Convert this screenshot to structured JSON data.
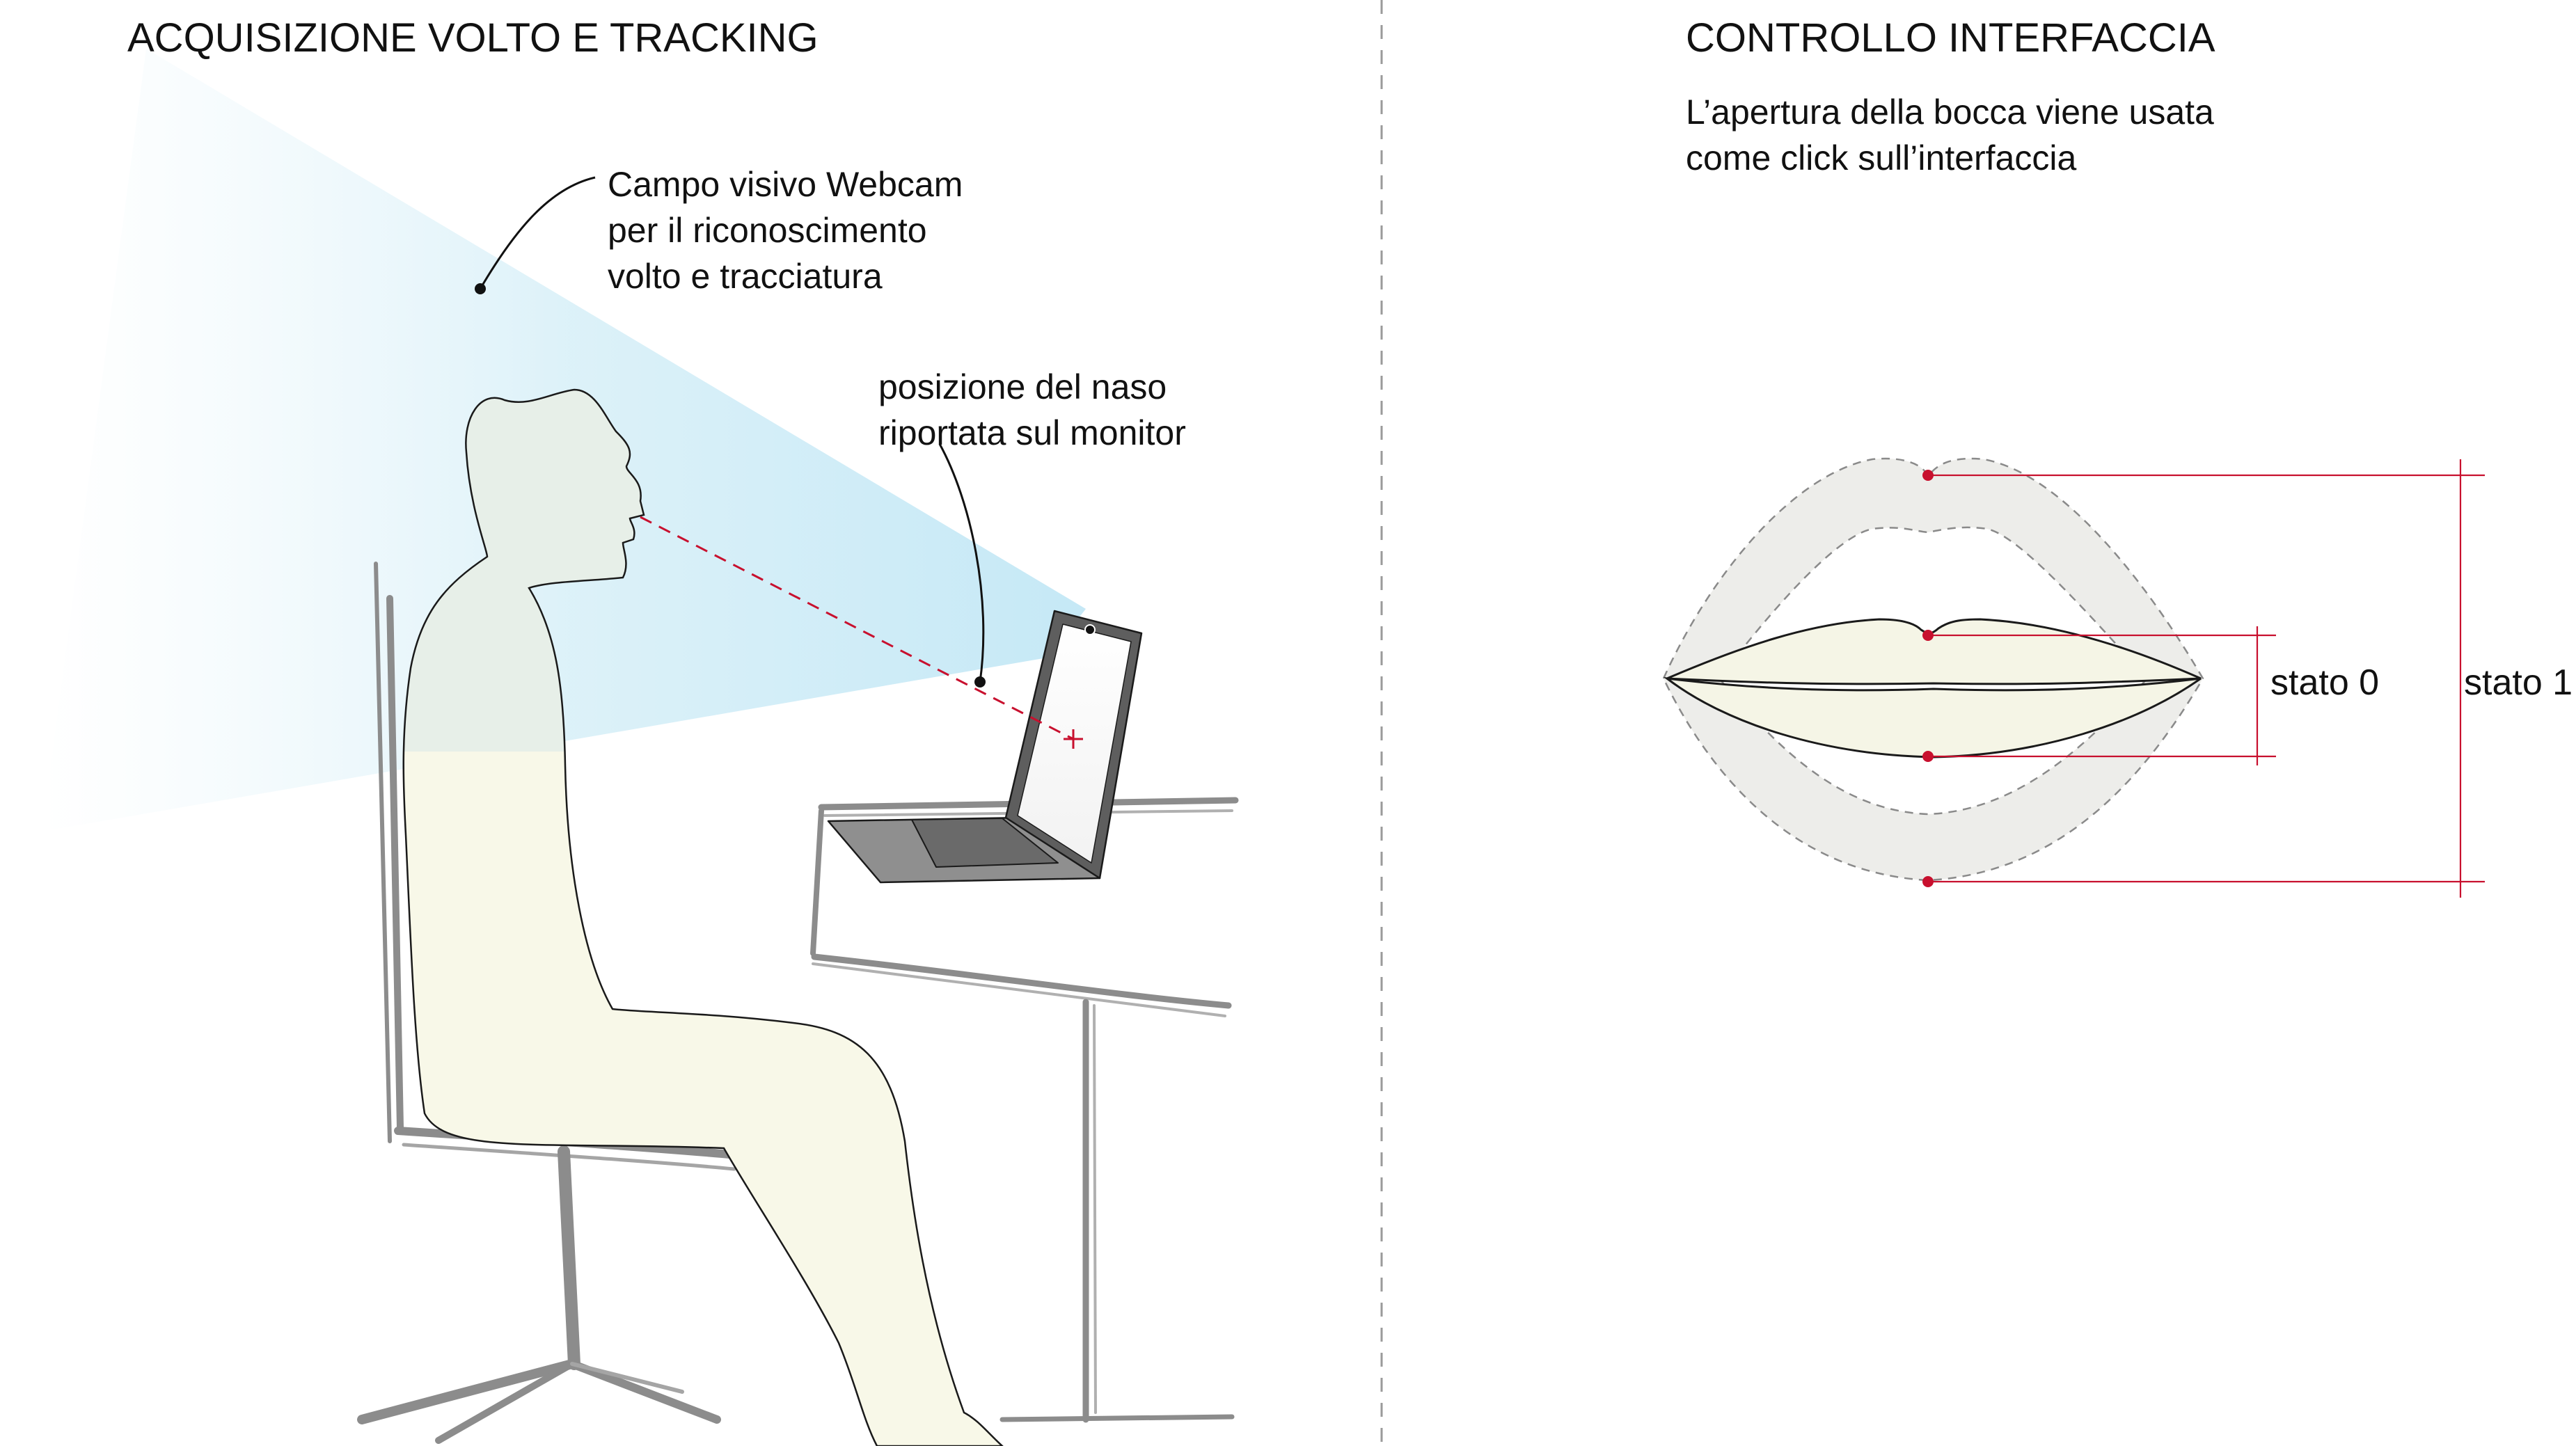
{
  "left_panel": {
    "title": "ACQUISIZIONE VOLTO E TRACKING",
    "webcam_label": [
      "Campo visivo Webcam",
      "per il riconoscimento",
      "volto e tracciatura"
    ],
    "nose_label": [
      "posizione del naso",
      "riportata sul monitor"
    ]
  },
  "right_panel": {
    "title": "CONTROLLO INTERFACCIA",
    "description": [
      "L’apertura della bocca viene usata",
      "come click sull’interfaccia"
    ],
    "state_closed": "stato 0",
    "state_open": "stato 1"
  },
  "colors": {
    "accent_red": "#c8102e",
    "field_of_view": "#c8e9f6",
    "body_fill": "#f8f8e8",
    "body_head_fill": "#e7efe8",
    "lips_closed_fill": "#f5f5e6",
    "lips_open_fill": "#ededea",
    "furniture": "#8c8c8c",
    "divider": "#9a9a9a"
  }
}
